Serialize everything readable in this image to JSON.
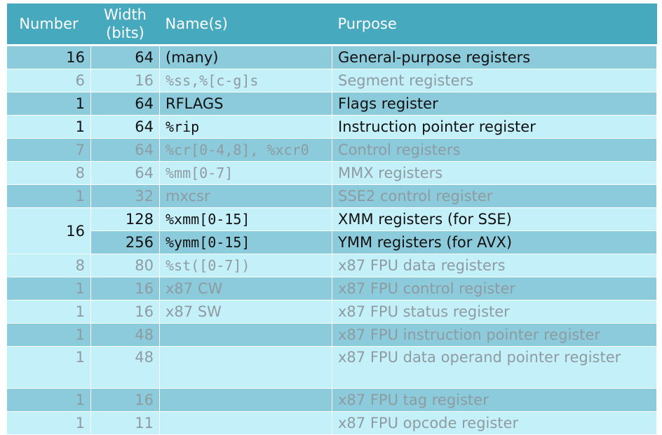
{
  "table": {
    "headers": {
      "number": "Number",
      "width_line1": "Width",
      "width_line2": "(bits)",
      "names": "Name(s)",
      "purpose": "Purpose"
    },
    "rows": [
      {
        "number": "16",
        "width": "64",
        "names": "(many)",
        "purpose": "General-purpose registers",
        "highlighted": true,
        "mono": false
      },
      {
        "number": "6",
        "width": "16",
        "names": "%ss,%[c-g]s",
        "purpose": "Segment registers",
        "highlighted": false,
        "mono": true
      },
      {
        "number": "1",
        "width": "64",
        "names": "RFLAGS",
        "purpose": "Flags register",
        "highlighted": true,
        "mono": false
      },
      {
        "number": "1",
        "width": "64",
        "names": "%rip",
        "purpose": "Instruction pointer register",
        "highlighted": true,
        "mono": true
      },
      {
        "number": "7",
        "width": "64",
        "names": "%cr[0-4,8], %xcr0",
        "purpose": "Control registers",
        "highlighted": false,
        "mono": true
      },
      {
        "number": "8",
        "width": "64",
        "names": "%mm[0-7]",
        "purpose": "MMX registers",
        "highlighted": false,
        "mono": true
      },
      {
        "number": "1",
        "width": "32",
        "names": "mxcsr",
        "purpose": "SSE2 control register",
        "highlighted": false,
        "mono": false
      },
      {
        "number": "16",
        "width": "128",
        "names": "%xmm[0-15]",
        "purpose": "XMM registers (for SSE)",
        "highlighted": true,
        "mono": true
      },
      {
        "number": "",
        "width": "256",
        "names": "%ymm[0-15]",
        "purpose": "YMM registers (for AVX)",
        "highlighted": true,
        "mono": true
      },
      {
        "number": "8",
        "width": "80",
        "names": "%st([0-7])",
        "purpose": "x87 FPU data registers",
        "highlighted": false,
        "mono": true
      },
      {
        "number": "1",
        "width": "16",
        "names": "x87 CW",
        "purpose": "x87 FPU control register",
        "highlighted": false,
        "mono": false
      },
      {
        "number": "1",
        "width": "16",
        "names": "x87 SW",
        "purpose": "x87 FPU status register",
        "highlighted": false,
        "mono": false
      },
      {
        "number": "1",
        "width": "48",
        "names": "",
        "purpose": "x87 FPU instruction pointer register",
        "highlighted": false,
        "mono": false
      },
      {
        "number": "1",
        "width": "48",
        "names": "",
        "purpose": "x87 FPU data operand pointer register",
        "highlighted": false,
        "mono": false
      },
      {
        "number": "1",
        "width": "16",
        "names": "",
        "purpose": "x87 FPU tag register",
        "highlighted": false,
        "mono": false
      },
      {
        "number": "1",
        "width": "11",
        "names": "",
        "purpose": "x87 FPU opcode register",
        "highlighted": false,
        "mono": false
      }
    ]
  }
}
